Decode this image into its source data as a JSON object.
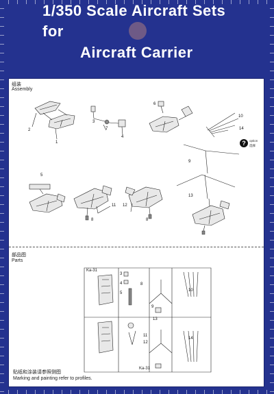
{
  "header": {
    "line1": "1/350 Scale Aircraft Sets",
    "line2": "for",
    "line3": "Aircraft Carrier"
  },
  "assembly": {
    "label_cn": "组装",
    "label_en": "Assembly",
    "option_en": "option",
    "option_cn": "选择",
    "option_mark": "?",
    "part_numbers": [
      "1",
      "2",
      "3",
      "4",
      "5",
      "6",
      "7",
      "8",
      "9",
      "10",
      "11",
      "12",
      "13",
      "14"
    ]
  },
  "parts": {
    "label_cn": "部品图",
    "label_en": "Parts",
    "sprue_name_top": "Ka-31",
    "sprue_name_bottom": "Ka-31",
    "sprue_numbers": [
      "3",
      "4",
      "5",
      "8",
      "9",
      "10",
      "11",
      "12",
      "13",
      "14"
    ]
  },
  "footer": {
    "note_cn": "贴纸和涂装请参照侧图",
    "note_en": "Marking and painting refer to profiles."
  },
  "colors": {
    "background": "#24328f",
    "panel": "#ffffff",
    "dot": "#6e5a86"
  }
}
